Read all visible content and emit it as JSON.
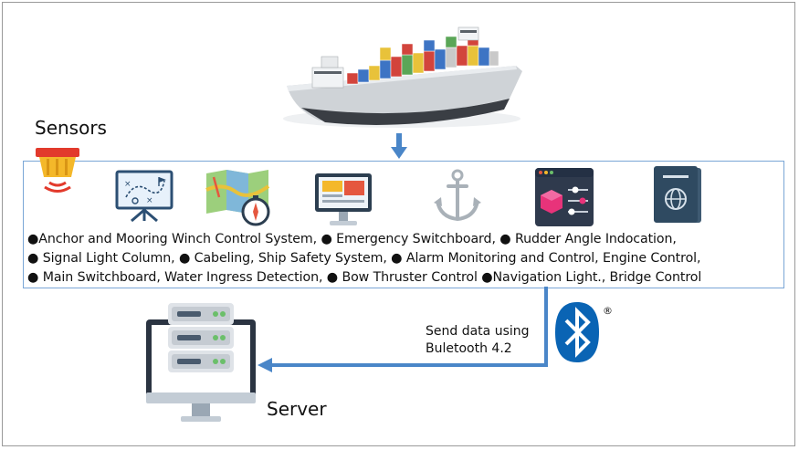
{
  "title_sensors": "Sensors",
  "sensor_lines": [
    "●Anchor and Mooring Winch Control System, ● Emergency Switchboard, ● Rudder Angle Indocation,",
    "● Signal Light Column, ● Cabeling, Ship Safety System, ● Alarm Monitoring and Control, Engine Control,",
    "● Main Switchboard, Water Ingress Detection, ● Bow Thruster Control ●Navigation Light., Bridge Control"
  ],
  "send_line1": "Send data using",
  "send_line2": "Buletooth 4.2",
  "server_label": "Server",
  "registered_mark": "®",
  "colors": {
    "arrow": "#4a86c8",
    "box_border": "#7aa6d6",
    "bluetooth": "#0a64b4"
  },
  "icons": [
    "container-ship-icon",
    "alarm-beacon-icon",
    "strategy-board-icon",
    "map-compass-icon",
    "monitor-icon",
    "anchor-icon",
    "control-panel-icon",
    "passport-icon",
    "bluetooth-icon",
    "server-monitor-icon"
  ]
}
